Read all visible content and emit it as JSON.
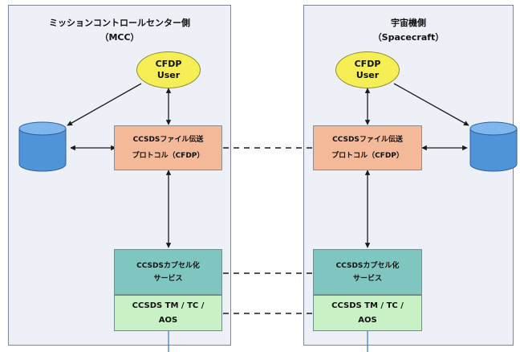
{
  "mcc": {
    "title": "ミッションコントロールセンター側",
    "subtitle": "（MCC）",
    "cfdp_user": [
      "CFDP",
      "User"
    ],
    "cfdp_protocol": [
      "CCSDSファイル伝送",
      "プロトコル（CFDP）"
    ],
    "encapsulation": [
      "CCSDSカプセル化",
      "サービス"
    ],
    "link": [
      "CCSDS TM / TC /",
      "AOS"
    ]
  },
  "spacecraft": {
    "title": "宇宙機側",
    "subtitle": "（Spacecraft）",
    "cfdp_user": [
      "CFDP",
      "User"
    ],
    "cfdp_protocol": [
      "CCSDSファイル伝送",
      "プロトコル（CFDP）"
    ],
    "encapsulation": [
      "CCSDSカプセル化",
      "サービス"
    ],
    "link": [
      "CCSDS TM / TC /",
      "AOS"
    ]
  },
  "colors": {
    "panel_bg": "#eef0f8",
    "cfdp_user": "#f5ee55",
    "cfdp_protocol": "#f4b999",
    "encapsulation": "#7fc5c0",
    "link": "#c8f2c5",
    "storage": "#4f93d9"
  }
}
